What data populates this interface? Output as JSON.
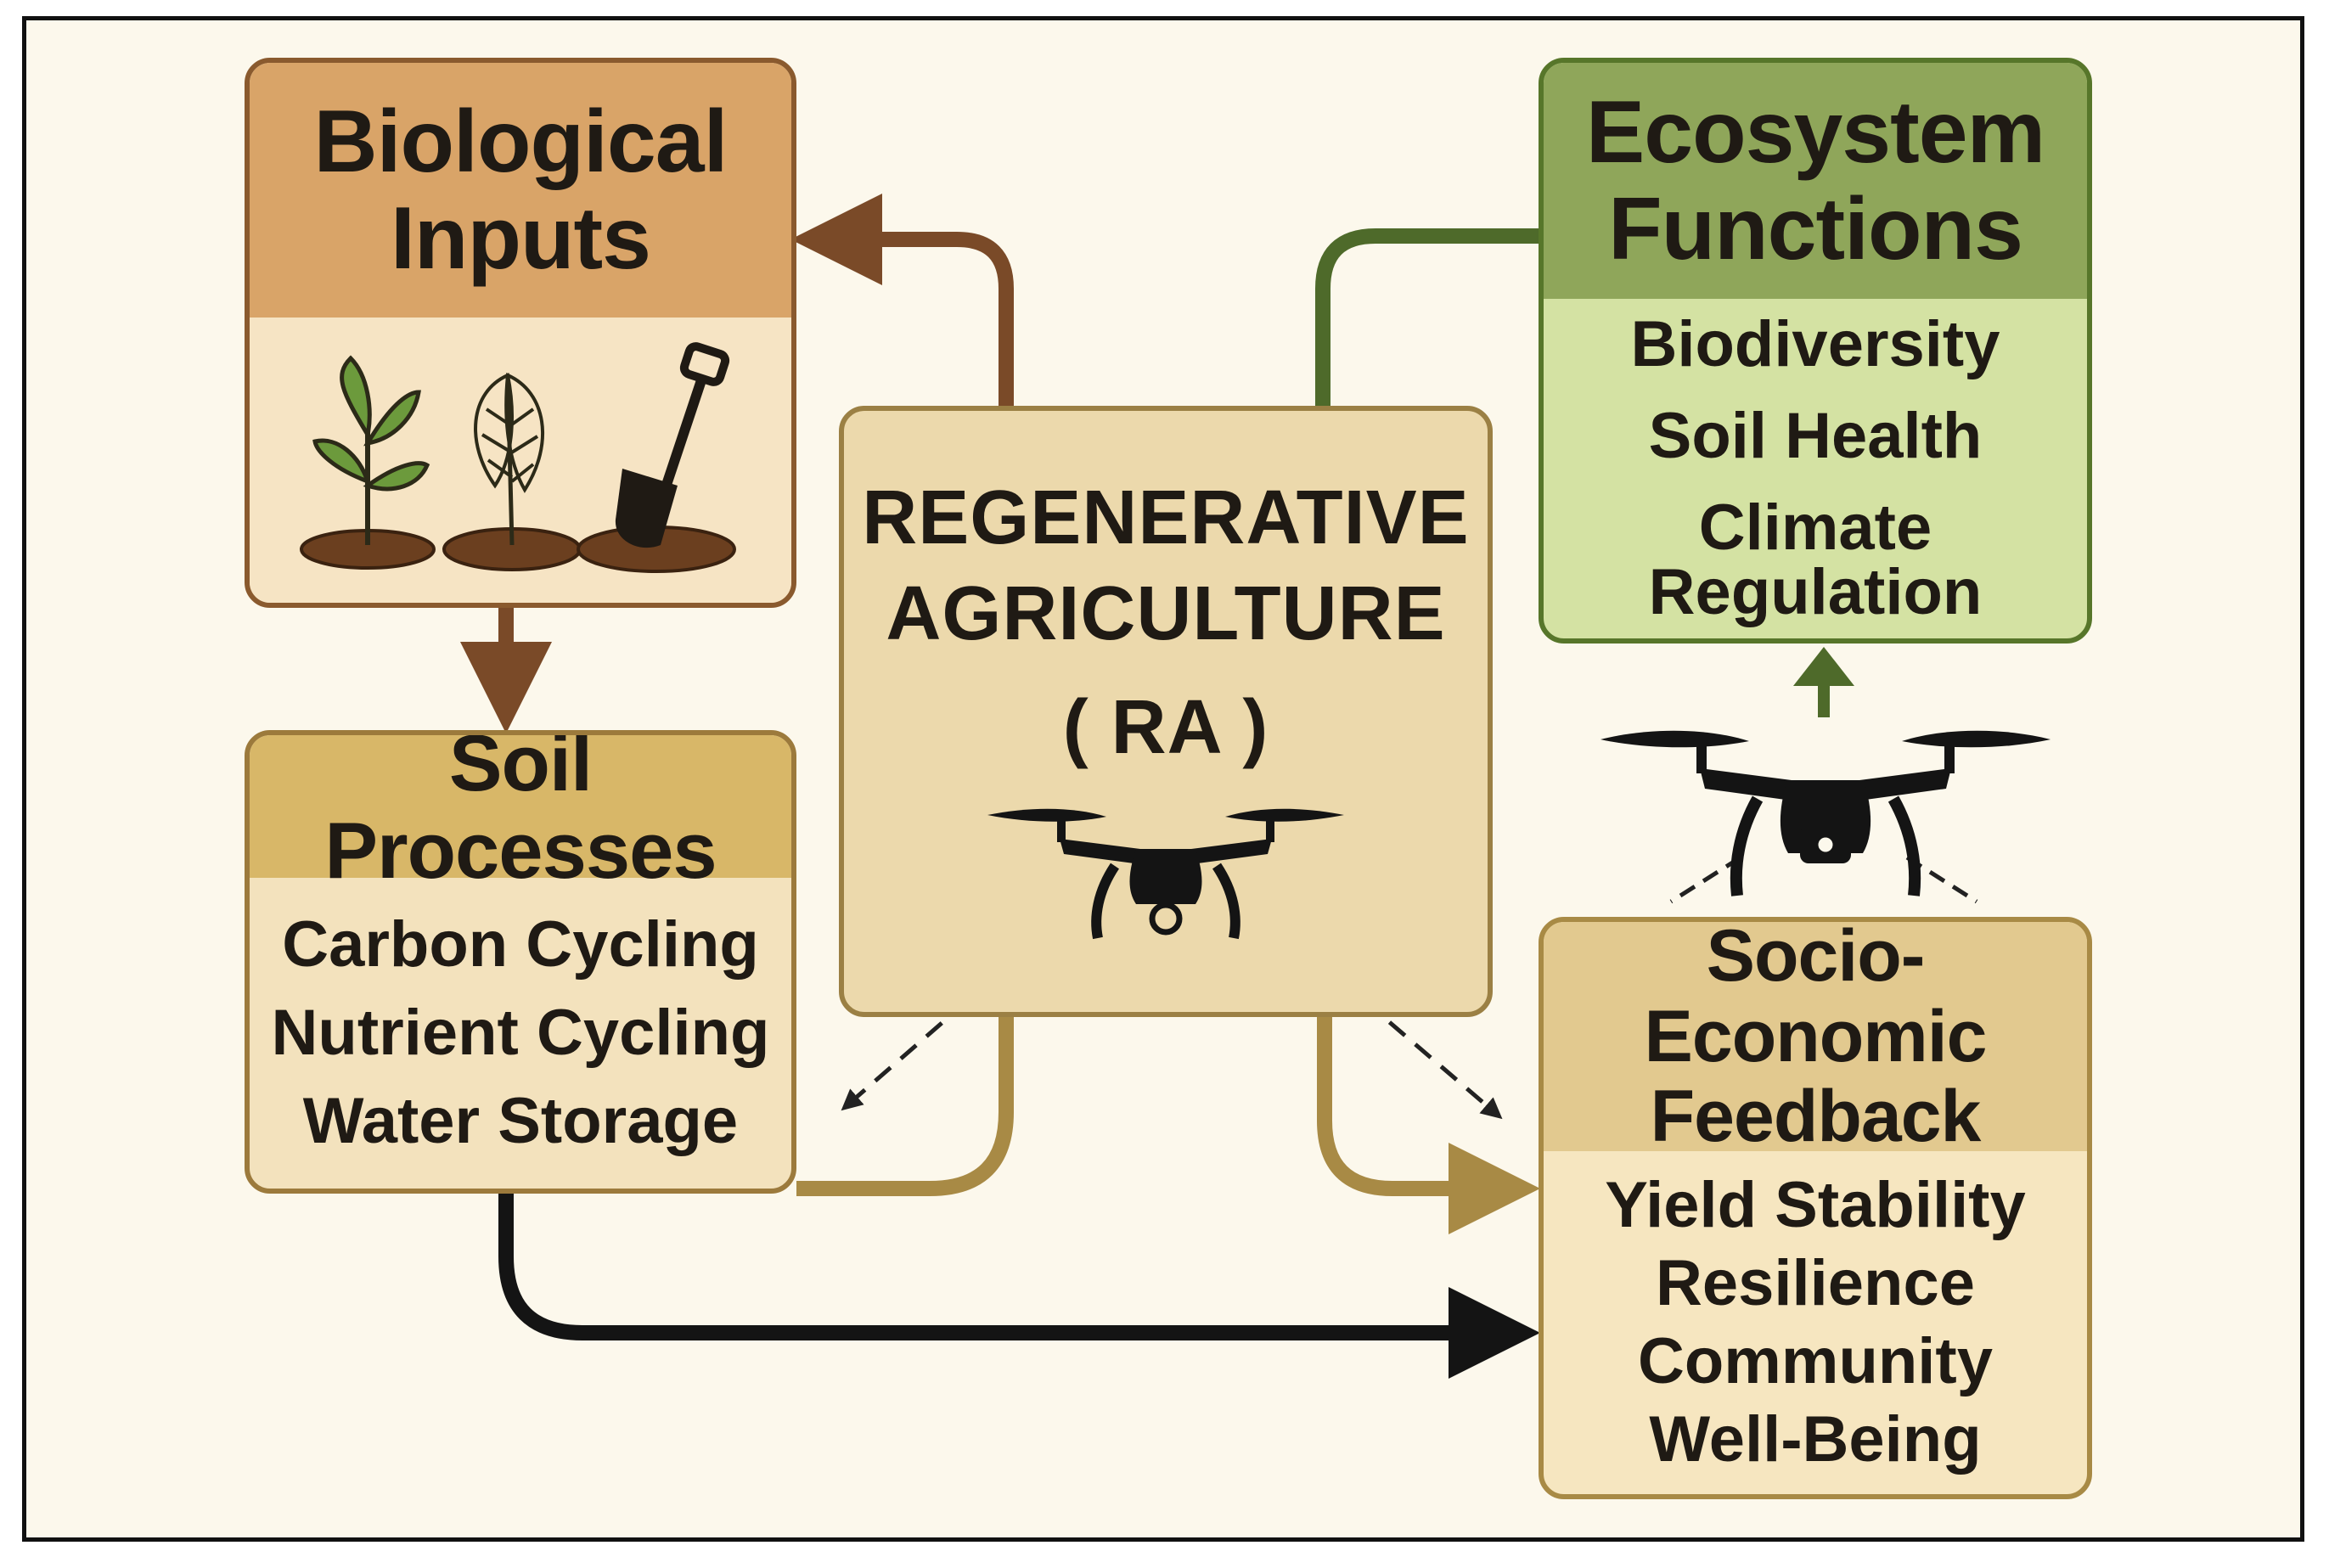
{
  "center": {
    "title_line1": "REGENERATIVE",
    "title_line2": "AGRICULTURE",
    "abbr": "( RA )",
    "icon": "drone-icon"
  },
  "biological_inputs": {
    "title_line1": "Biological",
    "title_line2": "Inputs",
    "icons": [
      "seedling-icon",
      "cover-crop-icon",
      "shovel-icon"
    ]
  },
  "soil_processes": {
    "title": "Soil Processes",
    "items": [
      "Carbon Cycling",
      "Nutrient Cycling",
      "Water Storage"
    ]
  },
  "ecosystem_functions": {
    "title_line1": "Ecosystem",
    "title_line2": "Functions",
    "items": [
      "Biodiversity",
      "Soil Health",
      "Climate Regulation"
    ]
  },
  "socio_economic": {
    "title_line1": "Socio-Economic",
    "title_line2": "Feedback",
    "items": [
      "Yield Stability",
      "Resilience",
      "Community",
      "Well-Being"
    ]
  },
  "drone_icon": "drone-icon",
  "colors": {
    "background": "#fcf8ec",
    "brown_arrow": "#7a4a28",
    "green_arrow": "#4e6a2a",
    "gold_arrow": "#a88a45",
    "black_arrow": "#141414"
  }
}
